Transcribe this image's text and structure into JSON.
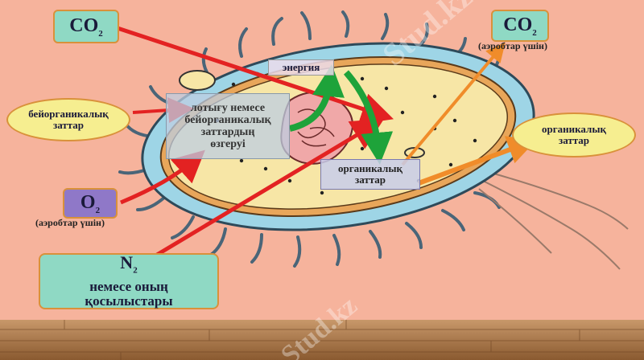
{
  "co2_left": {
    "base": "CO",
    "sub": "2"
  },
  "co2_right": {
    "base": "CO",
    "sub": "2",
    "note": "(аэробтар үшін)"
  },
  "o2": {
    "base": "O",
    "sub": "2",
    "note": "(аэробтар үшін)"
  },
  "n2": {
    "base": "N",
    "sub": "2",
    "line1": "немесе оның",
    "line2": "қосылыстары"
  },
  "inorganic": {
    "line1": "бейорганикалық",
    "line2": "заттар"
  },
  "organic_out": {
    "line1": "органикалық",
    "line2": "заттар"
  },
  "energy": "энергия",
  "center": {
    "line1": "лотығу немесе",
    "line2": "бейорганикалық",
    "line3": "заттардың",
    "line4": "өзгеруі"
  },
  "organic_in": {
    "line1": "органикалық",
    "line2": "заттар"
  },
  "watermark": "Stud.kz",
  "colors": {
    "background": "#f6b39c",
    "floor": "#a87848",
    "arrow_red": "#e32222",
    "arrow_green": "#1ea33a",
    "arrow_orange": "#f08c2a",
    "box_teal": "#8fd9c4",
    "box_purple": "#8f78c8",
    "box_yellow": "#f6ee90",
    "cell_outer": "#9ed5e6",
    "cell_inner": "#f7e6a6"
  }
}
